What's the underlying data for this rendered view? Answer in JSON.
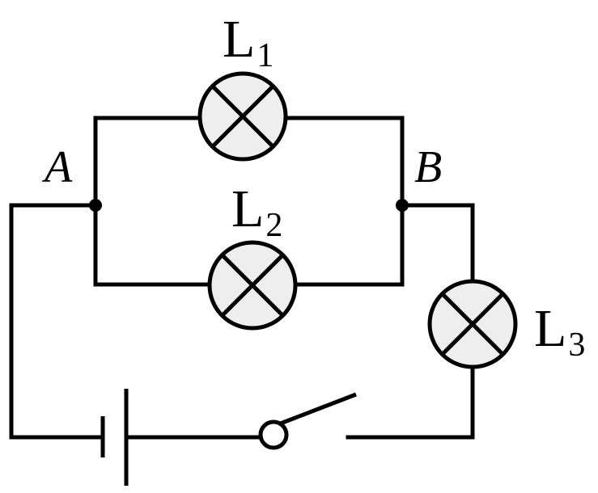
{
  "diagram": {
    "nodes": [
      {
        "id": "A",
        "label": "A"
      },
      {
        "id": "B",
        "label": "B"
      }
    ],
    "lamps": [
      {
        "id": "L1",
        "letter": "L",
        "subscript": "1"
      },
      {
        "id": "L2",
        "letter": "L",
        "subscript": "2"
      },
      {
        "id": "L3",
        "letter": "L",
        "subscript": "3"
      }
    ],
    "colors": {
      "line": "#000000",
      "lamp_fill": "#eeeeee",
      "background": "#ffffff"
    }
  }
}
